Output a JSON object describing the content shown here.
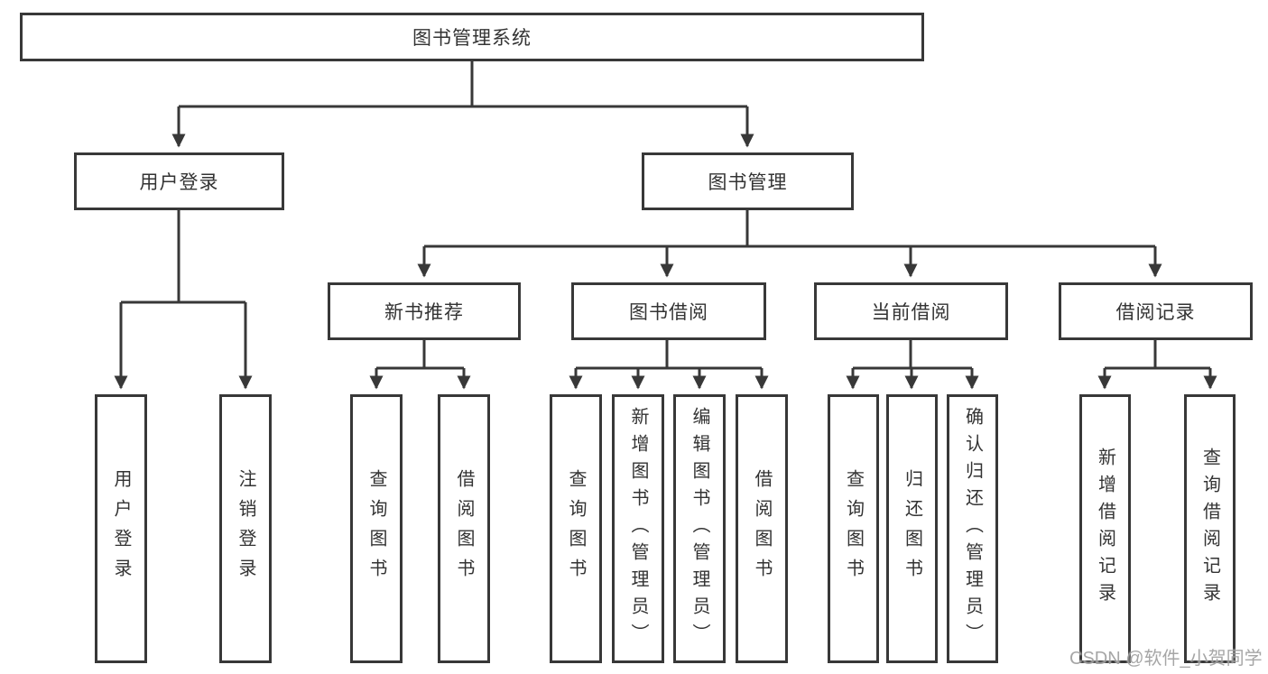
{
  "diagram_title": "图书管理系统",
  "colors": {
    "line": "#383838",
    "box_border": "#383838",
    "box_fill": "#ffffff",
    "text": "#333333",
    "watermark": "#969696"
  },
  "tree": {
    "root": "图书管理系统",
    "children": [
      {
        "label": "用户登录",
        "children": [
          "用户登录",
          "注销登录"
        ]
      },
      {
        "label": "图书管理",
        "children": [
          {
            "label": "新书推荐",
            "children": [
              "查询图书",
              "借阅图书"
            ]
          },
          {
            "label": "图书借阅",
            "children": [
              "查询图书",
              "新增图书（管理员）",
              "编辑图书（管理员）",
              "借阅图书"
            ]
          },
          {
            "label": "当前借阅",
            "children": [
              "查询图书",
              "归还图书",
              "确认归还（管理员）"
            ]
          },
          {
            "label": "借阅记录",
            "children": [
              "新增借阅记录",
              "查询借阅记录"
            ]
          }
        ]
      }
    ]
  },
  "watermark": "CSDN @软件_小贺同学"
}
